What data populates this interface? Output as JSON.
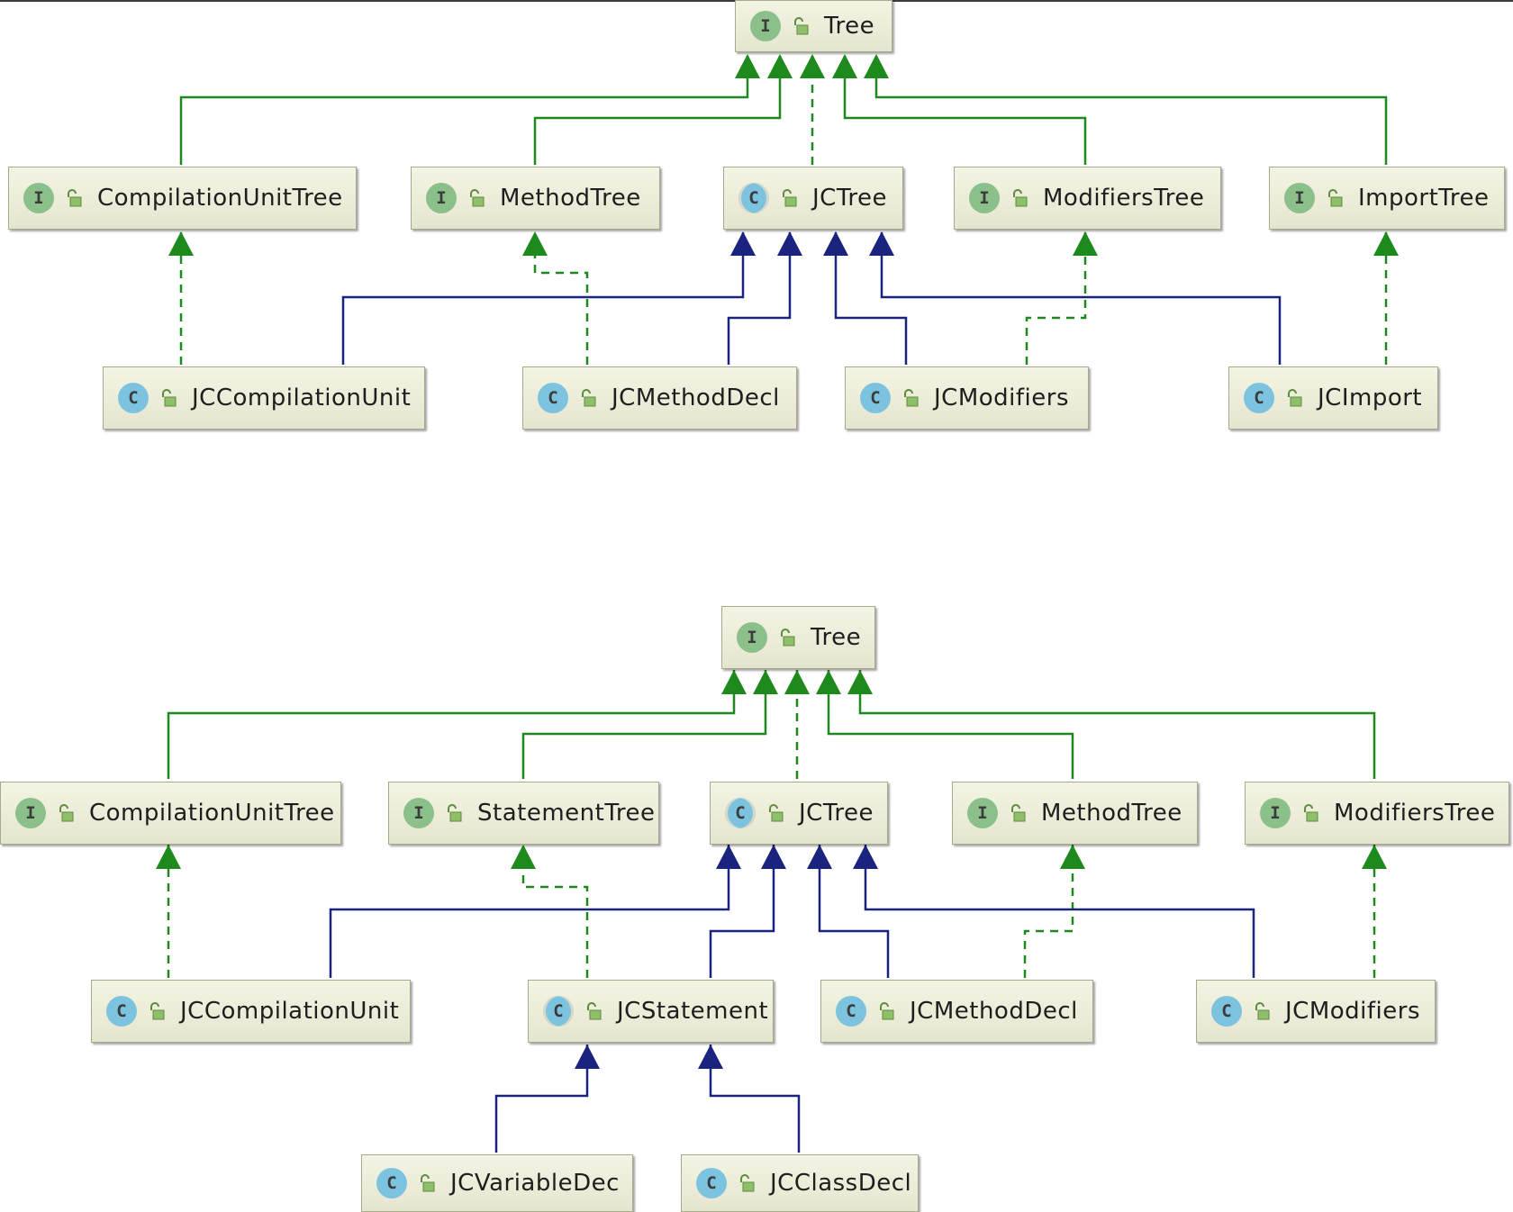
{
  "diagrams": [
    {
      "nodes": {
        "tree": {
          "label": "Tree",
          "kind": "I"
        },
        "compilation_unit_tree": {
          "label": "CompilationUnitTree",
          "kind": "I"
        },
        "method_tree": {
          "label": "MethodTree",
          "kind": "I"
        },
        "jctree": {
          "label": "JCTree",
          "kind": "C"
        },
        "modifiers_tree": {
          "label": "ModifiersTree",
          "kind": "I"
        },
        "import_tree": {
          "label": "ImportTree",
          "kind": "I"
        },
        "jc_compilation_unit": {
          "label": "JCCompilationUnit",
          "kind": "C"
        },
        "jc_method_decl": {
          "label": "JCMethodDecl",
          "kind": "C"
        },
        "jc_modifiers": {
          "label": "JCModifiers",
          "kind": "C"
        },
        "jc_import": {
          "label": "JCImport",
          "kind": "C"
        }
      }
    },
    {
      "nodes": {
        "tree": {
          "label": "Tree",
          "kind": "I"
        },
        "compilation_unit_tree": {
          "label": "CompilationUnitTree",
          "kind": "I"
        },
        "statement_tree": {
          "label": "StatementTree",
          "kind": "I"
        },
        "jctree": {
          "label": "JCTree",
          "kind": "C"
        },
        "method_tree": {
          "label": "MethodTree",
          "kind": "I"
        },
        "modifiers_tree": {
          "label": "ModifiersTree",
          "kind": "I"
        },
        "jc_compilation_unit": {
          "label": "JCCompilationUnit",
          "kind": "C"
        },
        "jc_statement": {
          "label": "JCStatement",
          "kind": "C"
        },
        "jc_method_decl": {
          "label": "JCMethodDecl",
          "kind": "C"
        },
        "jc_modifiers": {
          "label": "JCModifiers",
          "kind": "C"
        },
        "jc_variable_dec": {
          "label": "JCVariableDec",
          "kind": "C"
        },
        "jc_class_decl": {
          "label": "JCClassDecl",
          "kind": "C"
        }
      }
    }
  ],
  "colors": {
    "implements": "#1e8a1e",
    "extends": "#1a237e",
    "interface_badge": "#8bc08b",
    "class_badge": "#7cc3e0",
    "node_fill": "#eeeedc"
  },
  "icons": {
    "visibility": "public-lock-icon"
  }
}
